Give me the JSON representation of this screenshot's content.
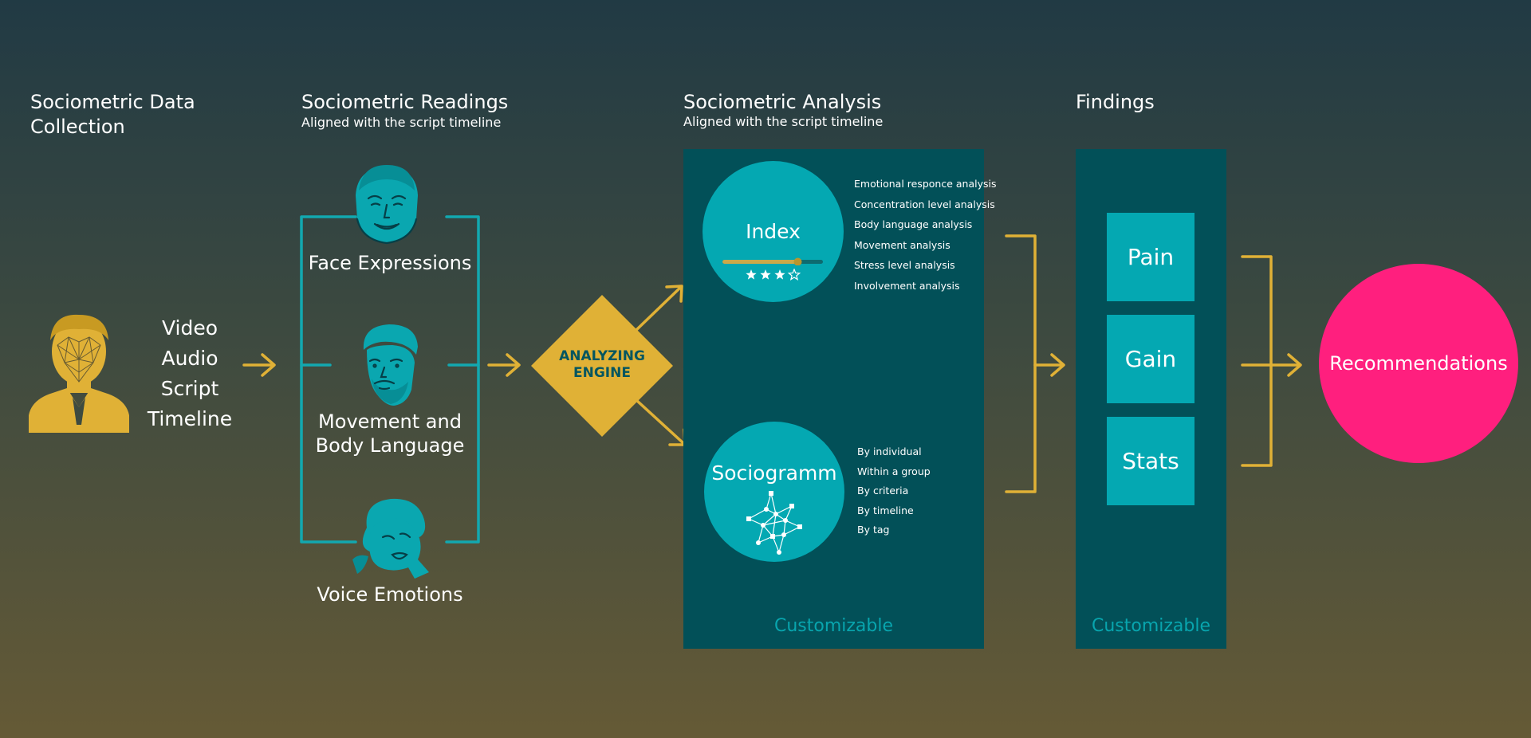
{
  "colors": {
    "accent_gold": "#e0b136",
    "teal": "#04a8b2",
    "panel": "#025058",
    "magenta": "#ff1f7e"
  },
  "data_collection": {
    "title_line1": "Sociometric Data",
    "title_line2": "Collection",
    "icon": "person-face-mesh-icon",
    "items": [
      "Video",
      "Audio",
      "Script",
      "Timeline"
    ]
  },
  "readings": {
    "title": "Sociometric Readings",
    "subtitle": "Aligned with the script timeline",
    "items": [
      {
        "icon": "smiling-face-icon",
        "line1": "Face Expressions",
        "line2": ""
      },
      {
        "icon": "bearded-head-icon",
        "line1": "Movement and",
        "line2": "Body Language"
      },
      {
        "icon": "singing-woman-icon",
        "line1": "Voice Emotions",
        "line2": ""
      }
    ]
  },
  "engine": {
    "line1": "ANALYZING",
    "line2": "ENGINE"
  },
  "analysis": {
    "title": "Sociometric Analysis",
    "subtitle": "Aligned with the script timeline",
    "index": {
      "title": "Index",
      "slider_level": 0.75,
      "rating": 3,
      "rating_max": 4,
      "items": [
        "Emotional responce analysis",
        "Concentration level analysis",
        "Body language analysis",
        "Movement analysis",
        "Stress level analysis",
        "Involvement analysis"
      ]
    },
    "sociogramm": {
      "title": "Sociogramm",
      "icon": "network-graph-icon",
      "items": [
        "By individual",
        "Within a group",
        "By criteria",
        "By timeline",
        "By tag"
      ]
    },
    "footer": "Customizable"
  },
  "findings": {
    "title": "Findings",
    "items": [
      "Pain",
      "Gain",
      "Stats"
    ],
    "footer": "Customizable"
  },
  "recommendations": {
    "label": "Recommendations"
  }
}
